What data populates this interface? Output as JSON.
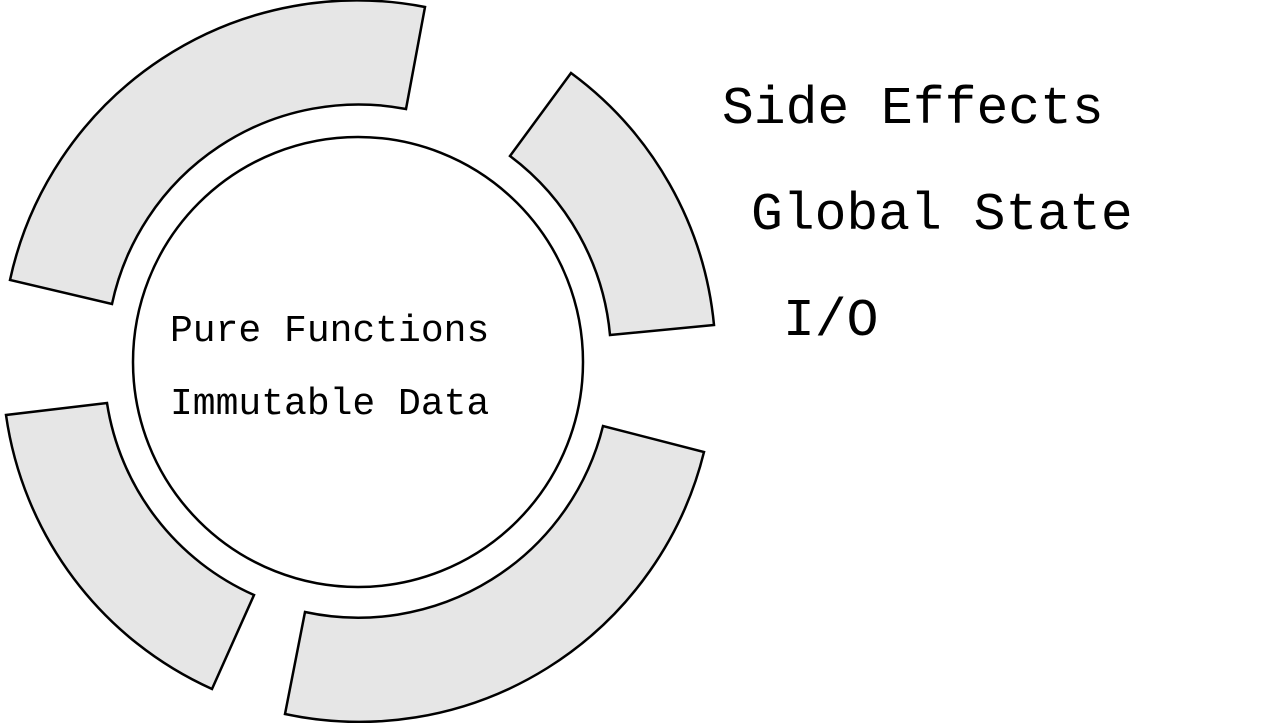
{
  "core": {
    "line1": "Pure Functions",
    "line2": "Immutable Data"
  },
  "outer_labels": {
    "side_effects": "Side Effects",
    "global_state": "Global State",
    "io": "I/O"
  },
  "colors": {
    "segment_fill": "#e6e6e6",
    "stroke": "#000000",
    "background": "#ffffff"
  }
}
